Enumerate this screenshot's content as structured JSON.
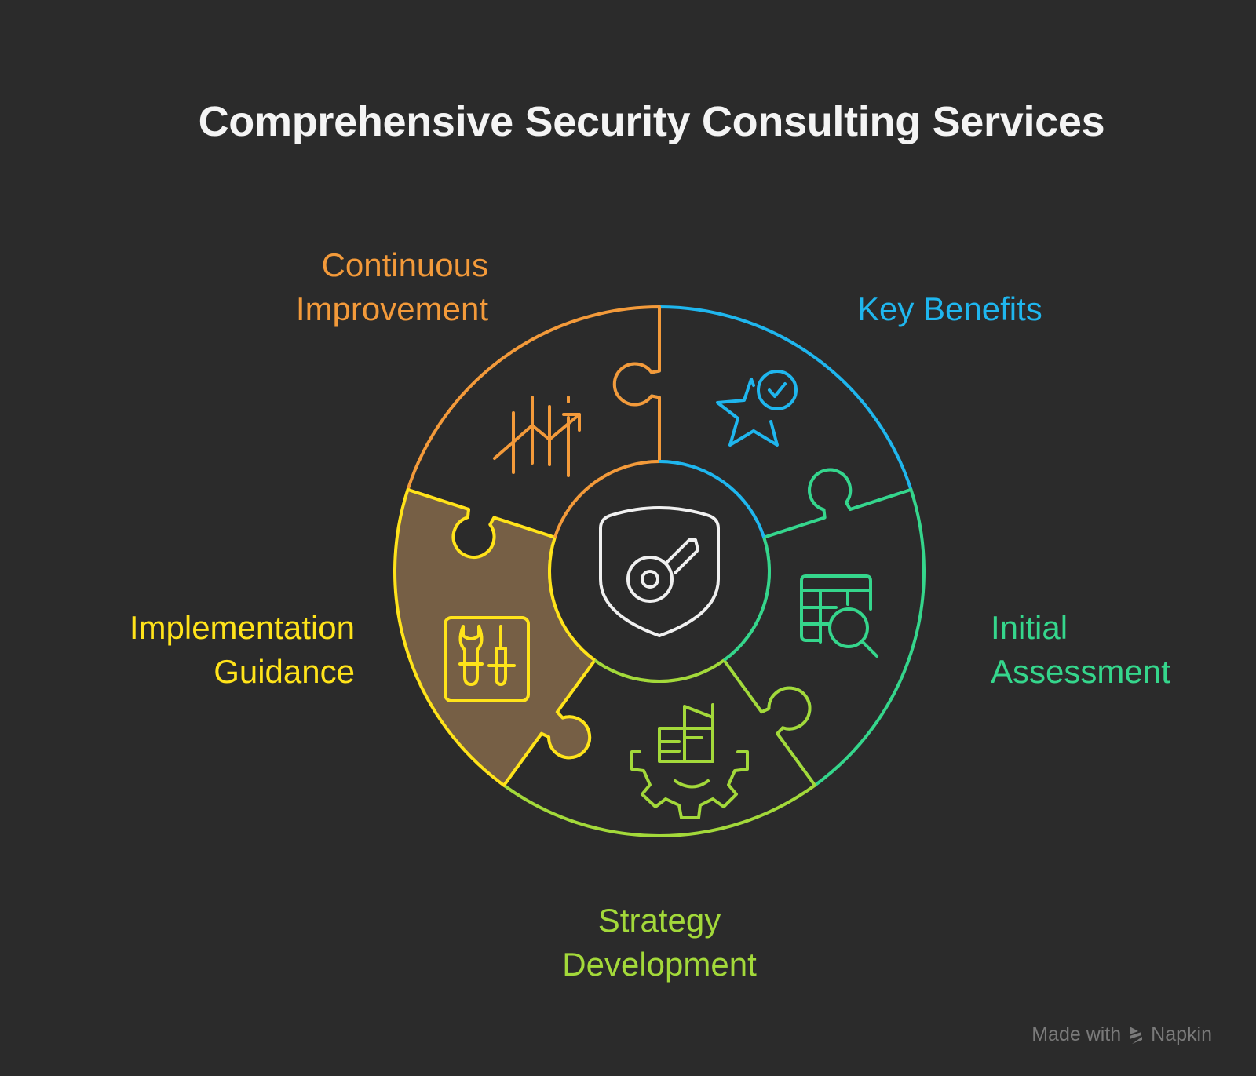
{
  "title": "Comprehensive Security Consulting Services",
  "center": {
    "icon": "shield-key-icon",
    "color": "#f0f0f0"
  },
  "segments": [
    {
      "id": "key-benefits",
      "label_lines": [
        "Key Benefits"
      ],
      "color": "#1fb6ee",
      "icon": "star-badge-check-icon",
      "highlighted": false
    },
    {
      "id": "initial-assessment",
      "label_lines": [
        "Initial",
        "Assessment"
      ],
      "color": "#35d68c",
      "icon": "table-search-icon",
      "highlighted": false
    },
    {
      "id": "strategy-development",
      "label_lines": [
        "Strategy",
        "Development"
      ],
      "color": "#a3d93a",
      "icon": "gear-building-icon",
      "highlighted": false
    },
    {
      "id": "implementation-guidance",
      "label_lines": [
        "Implementation",
        "Guidance"
      ],
      "color": "#ffe31a",
      "icon": "tools-wrench-screwdriver-icon",
      "highlighted": true,
      "fill": "#765f45"
    },
    {
      "id": "continuous-improvement",
      "label_lines": [
        "Continuous",
        "Improvement"
      ],
      "color": "#f39a3a",
      "icon": "chart-trend-up-icon",
      "highlighted": false
    }
  ],
  "watermark": {
    "prefix": "Made with",
    "brand": "Napkin"
  },
  "colors": {
    "background": "#2b2b2b",
    "title": "#f4f4f4",
    "watermark": "#7a7a7a"
  }
}
